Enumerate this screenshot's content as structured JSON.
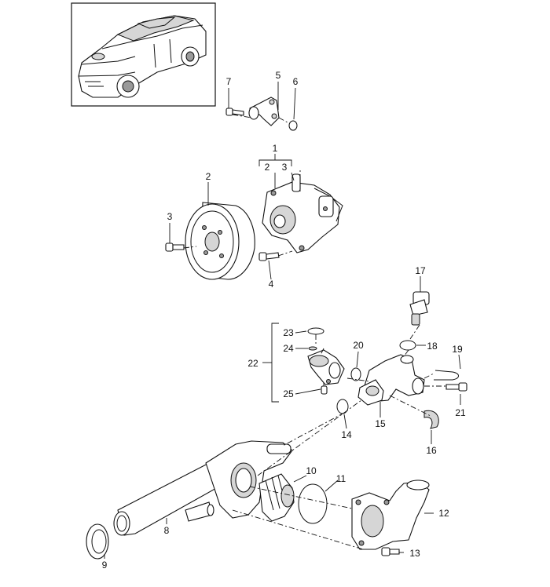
{
  "diagram": {
    "labels": {
      "p1": "1",
      "p2": "2",
      "p2b": "2",
      "p3": "3",
      "p3b": "3",
      "p4": "4",
      "p5": "5",
      "p6": "6",
      "p7": "7",
      "p8": "8",
      "p9": "9",
      "p10": "10",
      "p11": "11",
      "p12": "12",
      "p13": "13",
      "p14": "14",
      "p15": "15",
      "p16": "16",
      "p17": "17",
      "p18": "18",
      "p19": "19",
      "p20": "20",
      "p21": "21",
      "p22": "22",
      "p23": "23",
      "p24": "24",
      "p25": "25"
    }
  }
}
